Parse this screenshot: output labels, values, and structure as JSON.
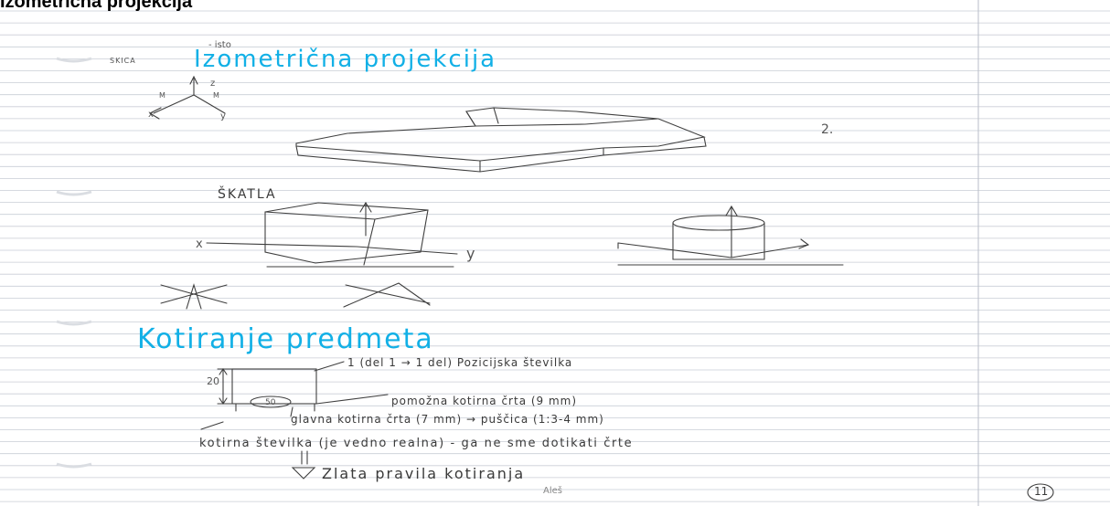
{
  "header": {
    "title": "Izometrična projekcija"
  },
  "top_note": "- isto",
  "skica_label": "SKICA",
  "title_1": "Izometrična projekcija",
  "axes_labels": {
    "z": "z",
    "x": "x",
    "y": "y",
    "m1": "M",
    "m2": "M"
  },
  "side_mark": "2.",
  "box_label": "ŠKATLA",
  "axis_x": "x",
  "axis_y": "y",
  "title_2": "Kotiranje predmeta",
  "dimension_values": {
    "height": "20",
    "width": "50"
  },
  "annotation_line_1": "1 (del 1 → 1 del) Pozicijska številka",
  "annotation_line_2": "pomožna kotirna črta (9 mm)",
  "annotation_line_3": "glavna kotirna črta (7 mm) → puščica (1:3-4 mm)",
  "annotation_line_4": "kotirna številka (je vedno realna) - ga ne sme dotikati črte",
  "footer_line": "Zlata pravila kotiranja",
  "signature": "Aleš",
  "page_number": "11"
}
